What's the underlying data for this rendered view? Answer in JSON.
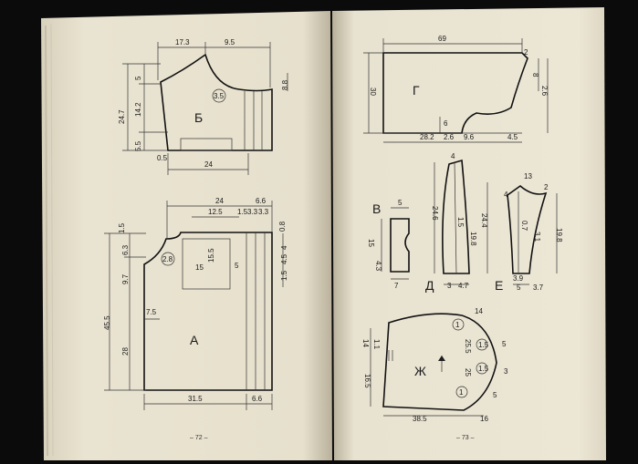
{
  "pages": {
    "left_number": "– 72 –",
    "right_number": "– 73 –"
  },
  "pattern_b": {
    "letter": "Б",
    "dims": [
      "17.3",
      "9.5",
      "5",
      "14.2",
      "24.7",
      "5.5",
      "3.5",
      "8.8",
      "0.5",
      "24"
    ]
  },
  "pattern_a": {
    "letter": "А",
    "dims": [
      "24",
      "6.6",
      "12.5",
      "1.5",
      "3.3",
      "3.3",
      "0.8",
      "1.5",
      "6.3",
      "2.8",
      "15.5",
      "15",
      "5",
      "4",
      "4.5",
      "1.5",
      "9.7",
      "45.5",
      "7.5",
      "28",
      "31.5",
      "6.6"
    ]
  },
  "pattern_g": {
    "letter": "Г",
    "dims": [
      "69",
      "2",
      "30",
      "8",
      "2.6",
      "6",
      "28.2",
      "2.6",
      "9.6",
      "4.5"
    ]
  },
  "pattern_v": {
    "letter": "В",
    "dims": [
      "5",
      "15",
      "4.3",
      "7"
    ]
  },
  "pattern_d": {
    "letter": "Д",
    "dims": [
      "4",
      "24.6",
      "1.5",
      "24.4",
      "19.8",
      "3",
      "4.7"
    ]
  },
  "pattern_e": {
    "letter": "Е",
    "dims": [
      "13",
      "2",
      "4",
      "0.7",
      "3.1",
      "19.8",
      "3.9",
      "5",
      "3.7"
    ]
  },
  "pattern_zh": {
    "letter": "Ж",
    "dims": [
      "14",
      "1.1",
      "14",
      "16.5",
      "1",
      "25.5",
      "1.5",
      "1.5",
      "25",
      "1",
      "5",
      "3",
      "5",
      "38.5",
      "16"
    ]
  },
  "colors": {
    "background": "#0b0b0b",
    "paper_left": "#e9e3d1",
    "paper_right": "#ece6d5",
    "ink": "#1a1a1a"
  }
}
